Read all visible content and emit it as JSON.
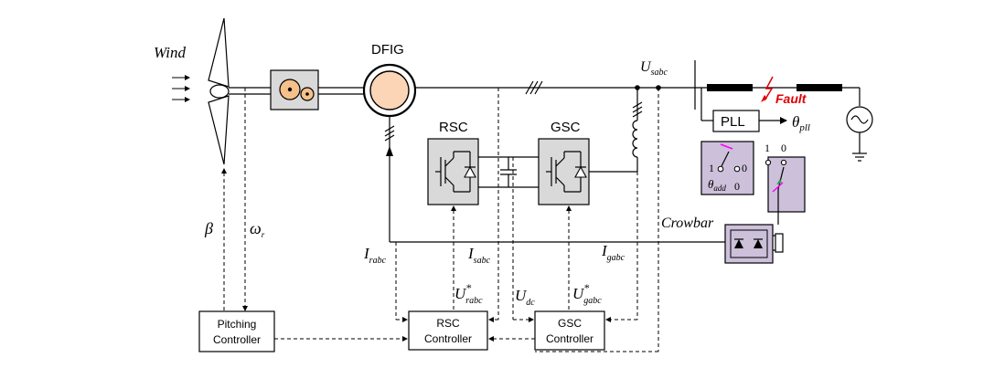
{
  "labels": {
    "wind": "Wind",
    "dfig": "DFIG",
    "rsc": "RSC",
    "gsc": "GSC",
    "usabc_main": "U",
    "usabc_sub": "sabc",
    "pll": "PLL",
    "theta_pll_main": "θ",
    "theta_pll_sub": "pll",
    "fault": "Fault",
    "switch_a_left": "1",
    "switch_a_right": "0",
    "theta_add_main": "θ",
    "theta_add_sub": "add",
    "switch_a_bottom": "0",
    "switch_b_left": "1",
    "switch_b_right": "0",
    "crowbar": "Crowbar",
    "beta": "β",
    "omega_main": "ω",
    "omega_sub": "r",
    "irabc_main": "I",
    "irabc_sub": "rabc",
    "isabc_main": "I",
    "isabc_sub": "sabc",
    "igabc_main": "I",
    "igabc_sub": "gabc",
    "urabc_main": "U",
    "urabc_sup": "*",
    "urabc_sub": "rabc",
    "udc_main": "U",
    "udc_sub": "dc",
    "ugabc_main": "U",
    "ugabc_sup": "*",
    "ugabc_sub": "gabc",
    "pitching_line1": "Pitching",
    "pitching_line2": "Controller",
    "rsc_ctrl_line1": "RSC",
    "rsc_ctrl_line2": "Controller",
    "gsc_ctrl_line1": "GSC",
    "gsc_ctrl_line2": "Controller"
  },
  "colors": {
    "line": "#000000",
    "converter_fill": "#d9d9d9",
    "gearbox_fill": "#d9d9d9",
    "generator_fill": "#fbd5b5",
    "gear_fill": "#f5c08a",
    "crowbar_fill": "#ccc0da",
    "switch_box_fill": "#ccc0da",
    "fault_red": "#e00000",
    "magenta": "#ff00ff",
    "green": "#2e9e4a"
  }
}
